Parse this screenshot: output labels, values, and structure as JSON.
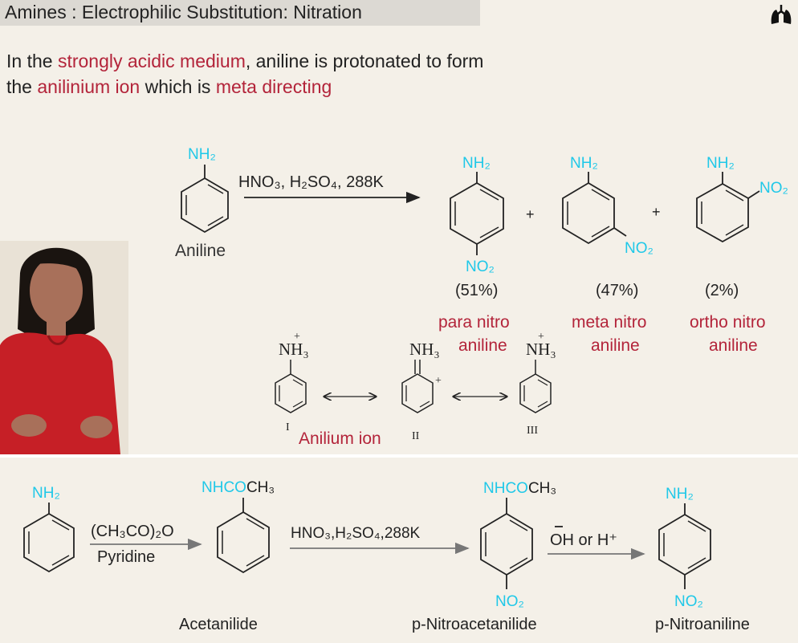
{
  "title": "Amines : Electrophilic Substitution: Nitration",
  "intro": {
    "t1": "In the ",
    "r1": "strongly acidic medium",
    "t2": ", aniline is protonated to form the ",
    "r2": "anilinium ion",
    "t3": " which is ",
    "r3": "meta directing"
  },
  "reaction1": {
    "reactant_group": "NH₂",
    "reactant_name": "Aniline",
    "reagents": "HNO₃, H₂SO₄, 288K",
    "products": [
      {
        "group": "NH₂",
        "sub": "NO₂",
        "pct": "(51%)",
        "name1": "para nitro",
        "name2": "aniline"
      },
      {
        "group": "NH₂",
        "sub": "NO₂",
        "pct": "(47%)",
        "name1": "meta nitro",
        "name2": "aniline"
      },
      {
        "group": "NH₂",
        "sub": "NO₂",
        "pct": "(2%)",
        "name1": "ortho nitro",
        "name2": "aniline"
      }
    ],
    "plus": "+"
  },
  "resonance": {
    "label1": "NH₃",
    "label2": "NH₃",
    "label3": "NH₃",
    "plus": "+",
    "roman1": "I",
    "roman2": "II",
    "roman3": "III",
    "caption": "Anilium ion"
  },
  "reaction2": {
    "s1_group": "NH₂",
    "reagent1_top": "(CH₃CO)₂O",
    "reagent1_bottom": "Pyridine",
    "s2_group_a": "NH",
    "s2_group_b": "CO",
    "s2_group_c": "CH₃",
    "s2_name": "Acetanilide",
    "reagent2": "HNO₃,H₂SO₄,288K",
    "s3_group_a": "NH",
    "s3_group_b": "CO",
    "s3_group_c": "CH₃",
    "s3_sub": "NO₂",
    "s3_name": "p-Nitroacetanilide",
    "reagent3": "OH or H⁺",
    "s4_group": "NH₂",
    "s4_sub": "NO₂",
    "s4_name": "p-Nitroaniline"
  },
  "colors": {
    "cyan": "#1fc8e8",
    "red": "#b3243a",
    "text": "#222222",
    "panel": "#f4f0e8"
  }
}
